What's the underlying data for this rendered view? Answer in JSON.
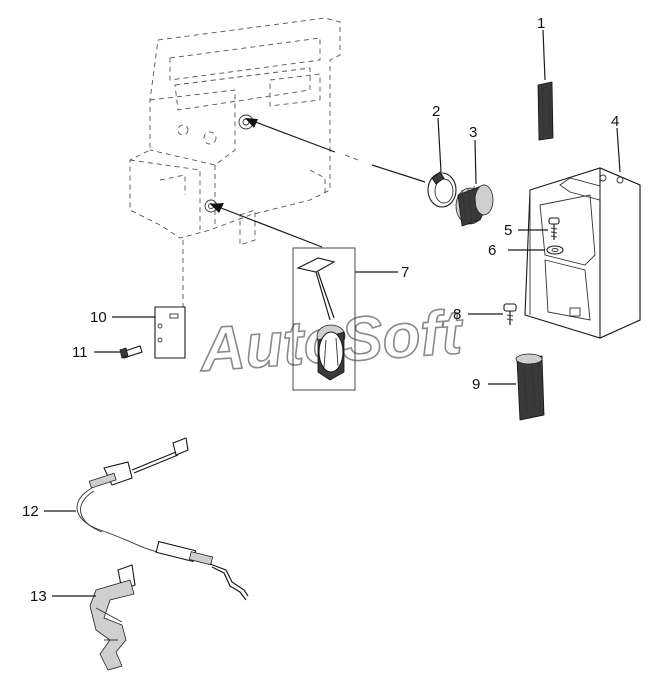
{
  "callouts": [
    "1",
    "2",
    "3",
    "4",
    "5",
    "6",
    "7",
    "8",
    "9",
    "10",
    "11",
    "12",
    "13"
  ],
  "watermark": "AutoSoft",
  "colors": {
    "line": "#1a1a1a",
    "watermark_outline": "#8a8a8a",
    "background": "#ffffff"
  }
}
